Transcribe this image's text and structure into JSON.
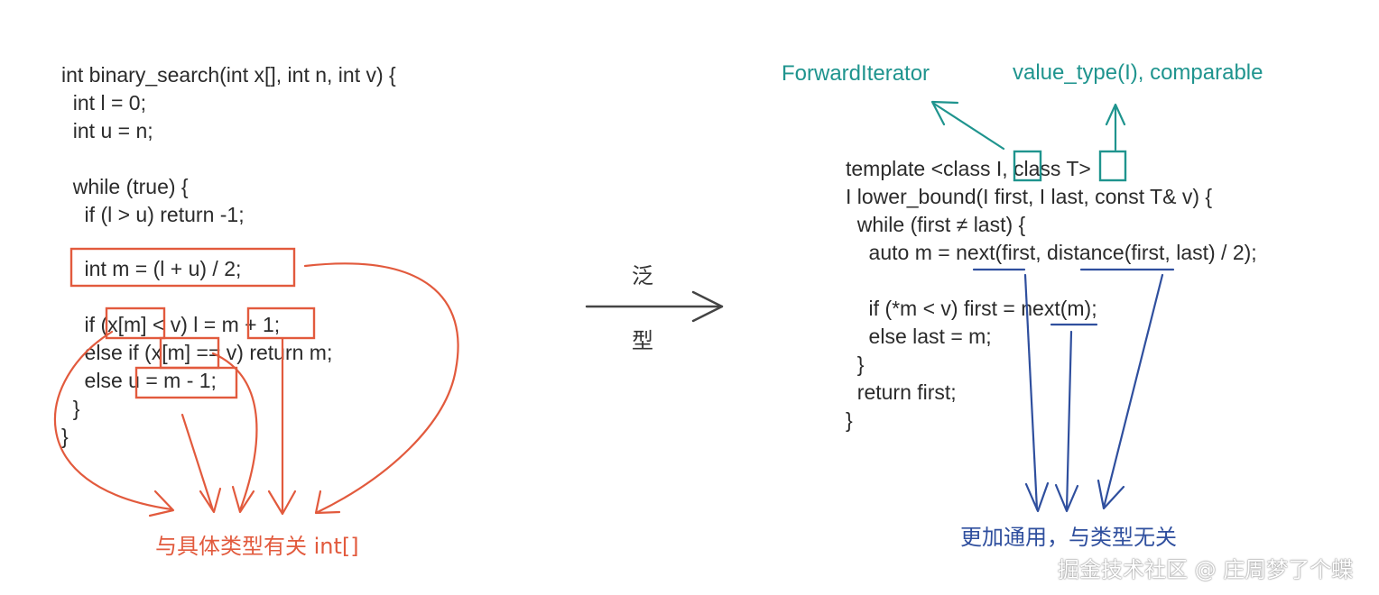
{
  "left_code": {
    "lines": [
      "int binary_search(int x[], int n, int v) {",
      "  int l = 0;",
      "  int u = n;",
      "",
      "  while (true) {",
      "    if (l > u) return -1;",
      "",
      "    int m = (l + u) / 2;",
      "",
      "    if (x[m] < v) l = m + 1;",
      "    else if (x[m] == v) return m;",
      "    else u = m - 1;",
      "  }",
      "}"
    ]
  },
  "left_note": "与具体类型有关 int[]",
  "middle_label": [
    "泛",
    "型"
  ],
  "right_code": {
    "lines": [
      "template <class I, class T>",
      "I lower_bound(I first, I last, const T& v) {",
      "  while (first ≠ last) {",
      "    auto m = next(first, distance(first, last) / 2);",
      "",
      "    if (*m < v) first = next(m);",
      "    else last = m;",
      "  }",
      "  return first;",
      "}"
    ]
  },
  "top_labels": {
    "forward_iterator": "ForwardIterator",
    "value_type": "value_type(I), comparable"
  },
  "right_note": "更加通用，与类型无关",
  "watermark": "掘金技术社区 @ 庄周梦了个蝶",
  "colors": {
    "red": "#e25a3d",
    "teal": "#1f948e",
    "blue": "#2f4f9e",
    "code": "#2b2b2b"
  }
}
